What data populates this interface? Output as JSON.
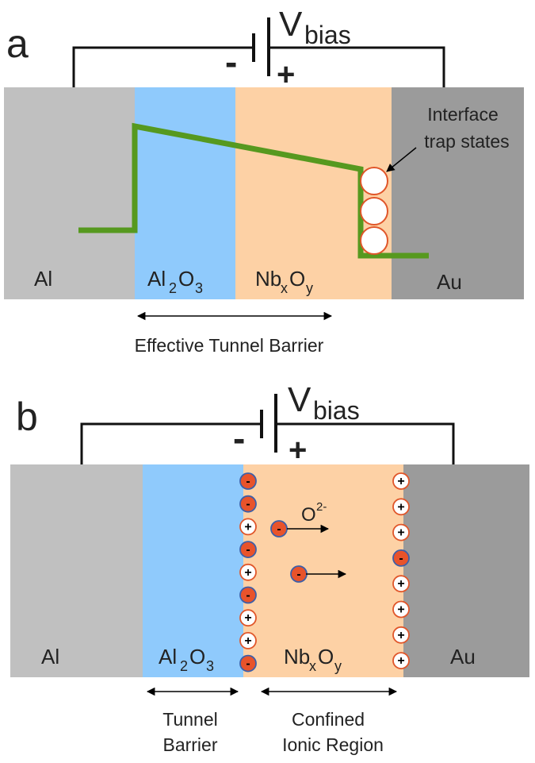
{
  "panel_a": {
    "label": "a",
    "bias": {
      "symbol": "V",
      "subscript": "bias",
      "minus": "-",
      "plus": "+"
    },
    "layers": [
      {
        "name": "Al",
        "color": "#c0c0c0"
      },
      {
        "name": "Al2O3",
        "main": "Al",
        "sub1": "2",
        "mid": "O",
        "sub2": "3",
        "color": "#8fcafc"
      },
      {
        "name": "NbxOy",
        "main": "Nb",
        "sub1": "x",
        "mid": "O",
        "sub2": "y",
        "color": "#fdd1a5"
      },
      {
        "name": "Au",
        "color": "#9b9b9b"
      }
    ],
    "annotation_line1": "Interface",
    "annotation_line2": "trap states",
    "barrier_label": "Effective Tunnel Barrier"
  },
  "panel_b": {
    "label": "b",
    "bias": {
      "symbol": "V",
      "subscript": "bias",
      "minus": "-",
      "plus": "+"
    },
    "ion_label": {
      "main": "O",
      "sup": "2-"
    },
    "left_interface_charges": [
      "-",
      "-",
      "+",
      "-",
      "+",
      "-",
      "+",
      "+",
      "-"
    ],
    "right_interface_charges": [
      "+",
      "+",
      "+",
      "-",
      "+",
      "+",
      "+",
      "+"
    ],
    "mobile_ions": [
      "-",
      "-"
    ],
    "tunnel_label_line1": "Tunnel",
    "tunnel_label_line2": "Barrier",
    "ionic_label_line1": "Confined",
    "ionic_label_line2": "Ionic Region"
  },
  "colors": {
    "band_line": "#56991f",
    "negative_ion": "#e8532b",
    "positive_ion": "#ffffff",
    "ion_outline": "#e0562a"
  }
}
